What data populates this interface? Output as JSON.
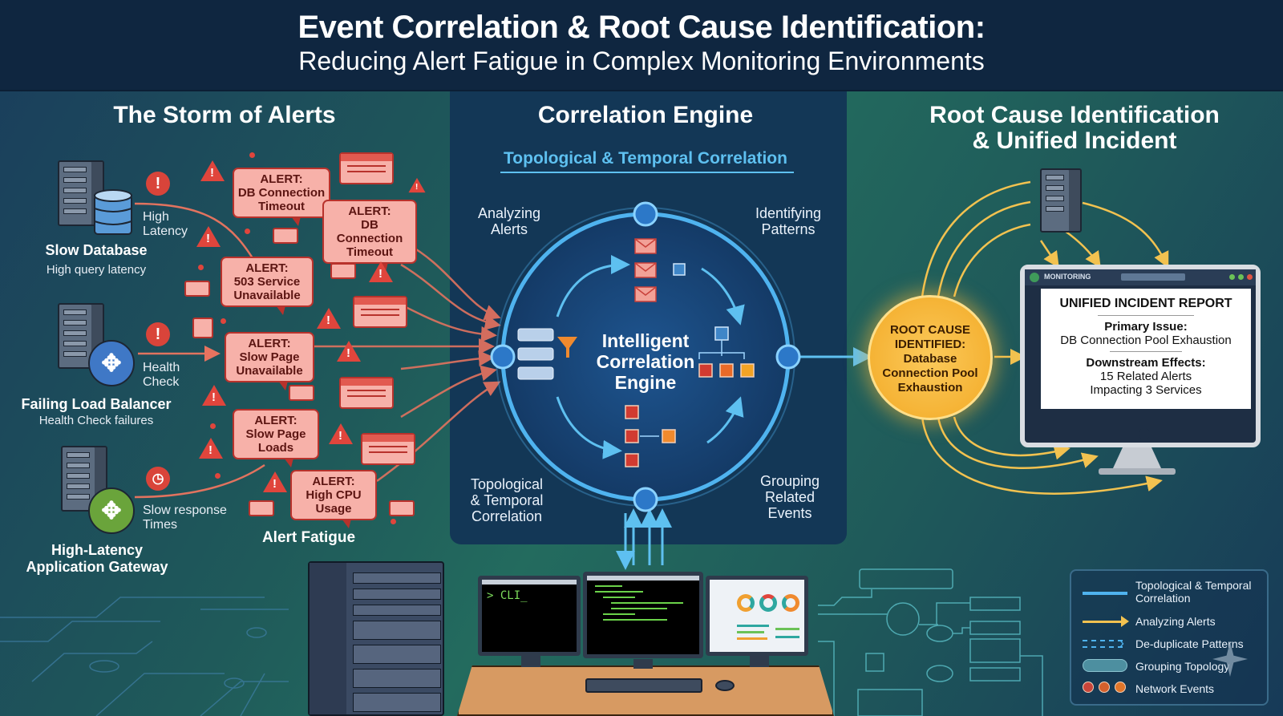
{
  "header": {
    "title": "Event Correlation & Root Cause Identification:",
    "subtitle": "Reducing Alert Fatigue in Complex Monitoring Environments"
  },
  "sections": {
    "left": {
      "title": "The Storm of Alerts"
    },
    "center": {
      "title": "Correlation Engine",
      "subtitle": "Topological & Temporal Correlation"
    },
    "right": {
      "title_line1": "Root Cause Identification",
      "title_line2": "& Unified Incident"
    }
  },
  "sources": [
    {
      "name": "Slow Database",
      "subtitle": "High query latency",
      "signal_line1": "High",
      "signal_line2": "Latency",
      "icon": "database-icon"
    },
    {
      "name": "Failing Load Balancer",
      "subtitle": "Health Check failures",
      "signal_line1": "Health",
      "signal_line2": "Check",
      "icon": "load-balancer-icon"
    },
    {
      "name_line1": "High-Latency",
      "name_line2": "Application Gateway",
      "signal_line1": "Slow response",
      "signal_line2": "Times",
      "icon": "gateway-icon"
    }
  ],
  "alerts": [
    {
      "line1": "ALERT:",
      "line2": "DB Connection",
      "line3": "Timeout"
    },
    {
      "line1": "ALERT:",
      "line2": "DB Connection",
      "line3": "Timeout"
    },
    {
      "line1": "ALERT:",
      "line2": "503 Service",
      "line3": "Unavailable"
    },
    {
      "line1": "ALERT:",
      "line2": "Slow Page",
      "line3": "Unavailable"
    },
    {
      "line1": "ALERT:",
      "line2": "Slow Page",
      "line3": "Loads"
    },
    {
      "line1": "ALERT:",
      "line2": "High CPU",
      "line3": "Usage"
    }
  ],
  "alert_fatigue_label": "Alert Fatigue",
  "engine": {
    "core_line1": "Intelligent",
    "core_line2": "Correlation",
    "core_line3": "Engine",
    "stage_analyzing_1": "Analyzing",
    "stage_analyzing_2": "Alerts",
    "stage_identifying_1": "Identifying",
    "stage_identifying_2": "Patterns",
    "stage_topo_1": "Topological",
    "stage_topo_2": "& Temporal",
    "stage_topo_3": "Correlation",
    "stage_grouping_1": "Grouping",
    "stage_grouping_2": "Related",
    "stage_grouping_3": "Events"
  },
  "root_cause": {
    "line1": "ROOT CAUSE",
    "line2": "IDENTIFIED:",
    "line3": "Database",
    "line4": "Connection Pool",
    "line5": "Exhaustion"
  },
  "report": {
    "app_label": "MONITORING",
    "title": "UNIFIED INCIDENT REPORT",
    "primary_label": "Primary Issue:",
    "primary_value": "DB Connection Pool Exhaustion",
    "downstream_label": "Downstream Effects:",
    "downstream_line1": "15 Related Alerts",
    "downstream_line2": "Impacting 3 Services"
  },
  "workstation": {
    "cli_prompt": "> CLI_"
  },
  "legend": [
    {
      "label_line1": "Topological & Temporal",
      "label_line2": "Correlation"
    },
    {
      "label_line1": "Analyzing Alerts"
    },
    {
      "label_line1": "De-duplicate Patterns"
    },
    {
      "label_line1": "Grouping Topology"
    },
    {
      "label_line1": "Network Events"
    }
  ],
  "colors": {
    "alert_red": "#e0453c",
    "engine_blue": "#4fb3ef",
    "root_gold": "#f5b335",
    "header_bg": "#0f2640"
  }
}
